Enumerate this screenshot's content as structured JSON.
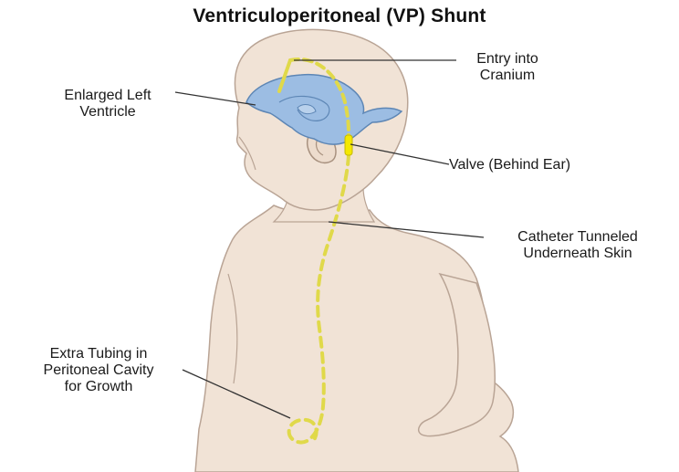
{
  "title": "Ventriculoperitoneal (VP) Shunt",
  "labels": {
    "enlarged_ventricle": [
      "Enlarged Left",
      "Ventricle"
    ],
    "entry_cranium": [
      "Entry into",
      "Cranium"
    ],
    "valve": [
      "Valve (Behind Ear)"
    ],
    "catheter": [
      "Catheter Tunneled",
      "Underneath Skin"
    ],
    "extra_tubing": [
      "Extra Tubing in",
      "Peritoneal Cavity",
      "for Growth"
    ]
  },
  "colors": {
    "skin": "#f1e3d6",
    "skin_outline": "#b9a495",
    "ventricle": "#9cbde3",
    "ventricle_outline": "#5d86b5",
    "shunt": "#e0d94a",
    "valve": "#f4e800",
    "leader_line": "#333333"
  }
}
